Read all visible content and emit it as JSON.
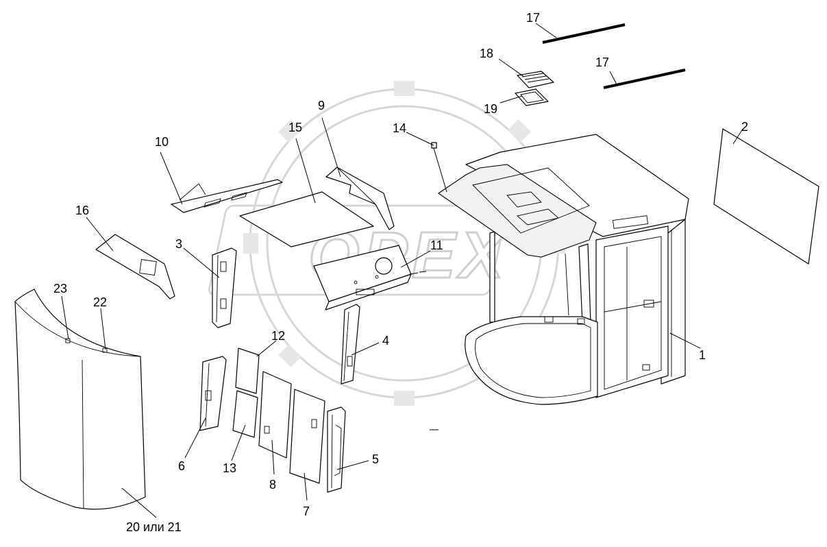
{
  "diagram": {
    "watermark": "OPEX",
    "callouts": {
      "c1": "1",
      "c2": "2",
      "c3": "3",
      "c4": "4",
      "c5": "5",
      "c6": "6",
      "c7": "7",
      "c8": "8",
      "c9": "9",
      "c10": "10",
      "c11": "11",
      "c12": "12",
      "c13": "13",
      "c14": "14",
      "c15": "15",
      "c16": "16",
      "c17a": "17",
      "c17b": "17",
      "c18": "18",
      "c19": "19",
      "c20": "20 или 21",
      "c22": "22",
      "c23": "23"
    }
  }
}
